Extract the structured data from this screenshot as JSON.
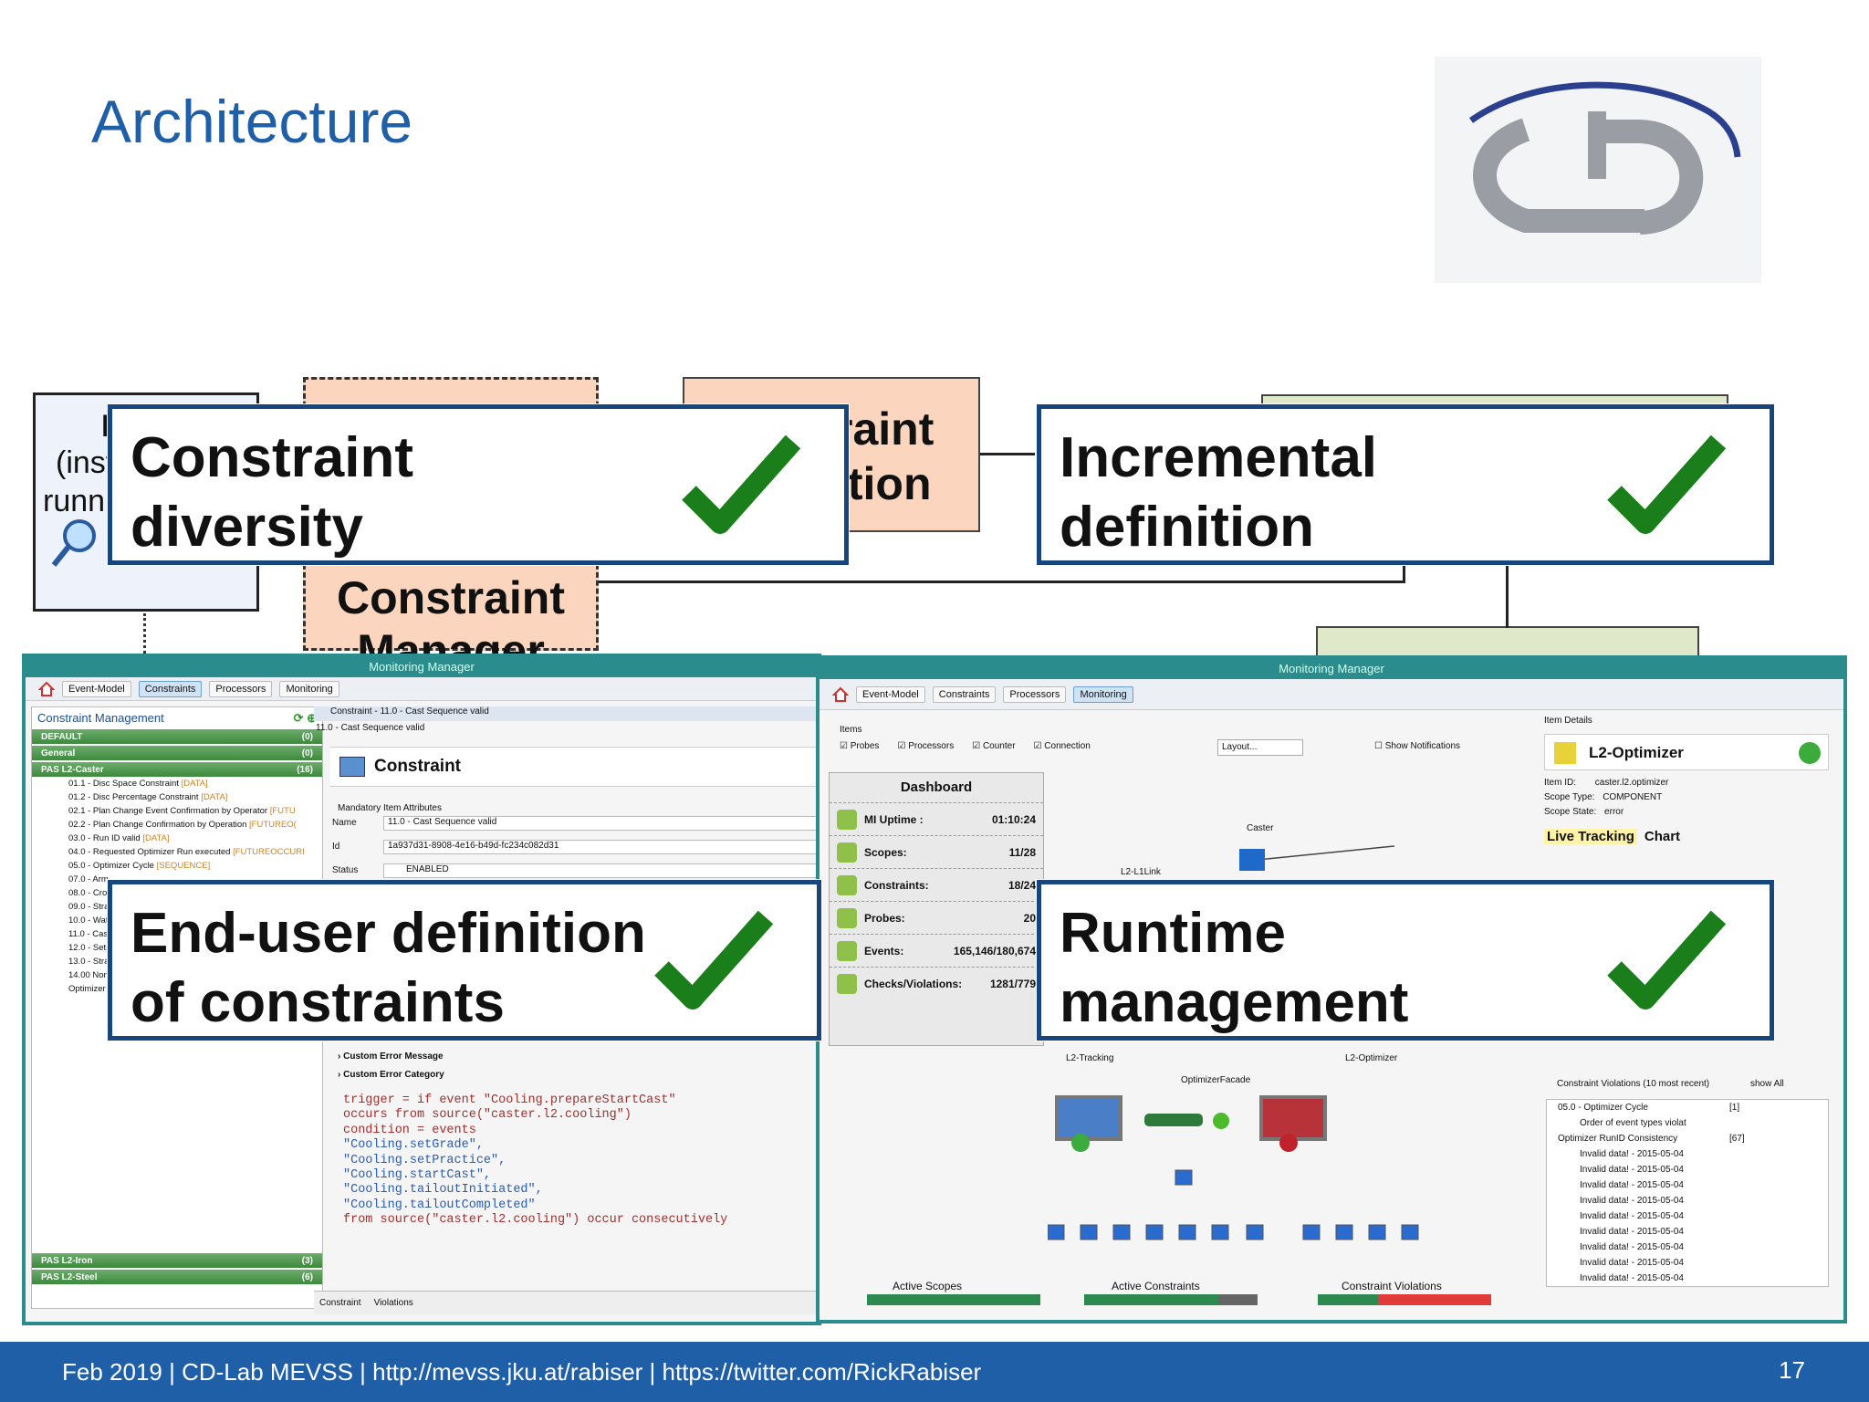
{
  "slide": {
    "title": "Architecture",
    "footer_text": "Feb 2019 |  CD-Lab MEVSS | http://mevss.jku.at/rabiser | https://twitter.com/RickRabiser",
    "page_number": "17"
  },
  "arch": {
    "probe_lines": [
      "P",
      "(inst",
      "runni"
    ],
    "constraint_manager_label": "Constraint Manager",
    "constraint_definition_partial": "raint\nition"
  },
  "callouts": {
    "diversity": "Constraint\ndiversity",
    "incremental": "Incremental\ndefinition",
    "enduser": "End-user definition\nof constraints",
    "runtime": "Runtime\nmanagement"
  },
  "left_window": {
    "title": "Monitoring Manager",
    "toolbar": [
      "Event-Model",
      "Constraints",
      "Processors",
      "Monitoring"
    ],
    "panel_title": "Constraint Management",
    "groups": [
      {
        "name": "DEFAULT",
        "count": "(0)"
      },
      {
        "name": "General",
        "count": "(0)"
      },
      {
        "name": "PAS L2-Caster",
        "count": "(16)"
      }
    ],
    "items": [
      {
        "text": "01.1 - Disc Space Constraint",
        "tag": "[DATA]"
      },
      {
        "text": "01.2 - Disc Percentage Constraint",
        "tag": "[DATA]"
      },
      {
        "text": "02.1 - Plan Change Event Confirmation by Operator",
        "tag": "[FUTU"
      },
      {
        "text": "02.2 - Plan Change Confirmation by Operation",
        "tag": "[FUTUREO("
      },
      {
        "text": "03.0 - Run ID valid",
        "tag": "[DATA]"
      },
      {
        "text": "04.0 - Requested Optimizer Run executed",
        "tag": "[FUTUREOCCURI"
      },
      {
        "text": "05.0 - Optimizer Cycle",
        "tag": "[SEQUENCE]"
      },
      {
        "text": "07.0 - Arm",
        "tag": ""
      },
      {
        "text": "08.0 - Cros",
        "tag": ""
      },
      {
        "text": "09.0 - Strar",
        "tag": ""
      },
      {
        "text": "10.0 - Wat",
        "tag": ""
      },
      {
        "text": "11.0 - Cast",
        "tag": ""
      },
      {
        "text": "12.0 - Setp",
        "tag": ""
      },
      {
        "text": "13.0 - Strai",
        "tag": ""
      },
      {
        "text": "14.00 Nom",
        "tag": ""
      },
      {
        "text": "Optimizer",
        "tag": ""
      }
    ],
    "bottom_groups": [
      {
        "name": "PAS L2-Iron",
        "count": "(3)"
      },
      {
        "name": "PAS L2-Steel",
        "count": "(6)"
      }
    ],
    "tab_title": "Constraint - 11.0 - Cast Sequence valid",
    "breadcrumb": "11.0 - Cast Sequence valid",
    "heading": "Constraint",
    "section_mandatory": "Mandatory Item Attributes",
    "name_label": "Name",
    "name_value": "11.0 - Cast Sequence valid",
    "id_label": "Id",
    "id_value": "1a937d31-8908-4e16-b49d-fc234c082d31",
    "status_label": "Status",
    "status_value": "ENABLED",
    "optional_items": [
      "Custom Error Message",
      "Custom Error Category"
    ],
    "code_lines": [
      "trigger = if event \"Cooling.prepareStartCast\"",
      "occurs from source(\"caster.l2.cooling\")",
      "condition = events",
      "\"Cooling.setGrade\",",
      "\"Cooling.setPractice\",",
      "\"Cooling.startCast\",",
      "\"Cooling.tailoutInitiated\",",
      "\"Cooling.tailoutCompleted\"",
      "from source(\"caster.l2.cooling\") occur consecutively"
    ],
    "bottom_tabs": [
      "Constraint",
      "Violations"
    ]
  },
  "right_window": {
    "title": "Monitoring Manager",
    "toolbar": [
      "Event-Model",
      "Constraints",
      "Processors",
      "Monitoring"
    ],
    "items_label": "Items",
    "filters": [
      "Probes",
      "Processors",
      "Counter",
      "Connection"
    ],
    "layout_label": "Layout...",
    "show_notifications": "Show Notifications",
    "dashboard_title": "Dashboard",
    "dashboard_rows": [
      {
        "label": "MI Uptime :",
        "value": "01:10:24"
      },
      {
        "label": "Scopes:",
        "value": "11/28"
      },
      {
        "label": "Constraints:",
        "value": "18/24"
      },
      {
        "label": "Probes:",
        "value": "20"
      },
      {
        "label": "Events:",
        "value": "165,146/180,674"
      },
      {
        "label": "Checks/Violations:",
        "value": "1281/779"
      }
    ],
    "graph_labels": {
      "caster": "Caster",
      "l2l1link": "L2-L1Link",
      "l2tracking": "L2-Tracking",
      "facade": "OptimizerFacade",
      "l2optimizer": "L2-Optimizer"
    },
    "item_details_label": "Item Details",
    "item_name": "L2-Optimizer",
    "item_id_label": "Item ID:",
    "item_id_value": "caster.l2.optimizer",
    "scope_type_label": "Scope Type:",
    "scope_type_value": "COMPONENT",
    "scope_state_label": "Scope State:",
    "scope_state_value": "error",
    "tabs": [
      "Live Tracking",
      "Chart"
    ],
    "violations_title": "Constraint Violations (10 most recent)",
    "show_all": "show All",
    "violation_rows": [
      "05.0 - Optimizer Cycle",
      "Order of event types violat",
      "Optimizer RunID Consistency",
      "Invalid data! - 2015-05-04",
      "Invalid data! - 2015-05-04",
      "Invalid data! - 2015-05-04",
      "Invalid data! - 2015-05-04",
      "Invalid data! - 2015-05-04",
      "Invalid data! - 2015-05-04",
      "Invalid data! - 2015-05-04",
      "Invalid data! - 2015-05-04",
      "Invalid data! - 2015-05-04"
    ],
    "violation_counts": [
      "[1]",
      "[67]"
    ],
    "status_bars": [
      "Active Scopes",
      "Active Constraints",
      "Constraint Violations"
    ],
    "colors": {
      "active_scopes": "#2d8a4e",
      "active_constraints": "#2d8a4e",
      "violations": "#e03a3a"
    }
  },
  "colors": {
    "title_blue": "#1f5fa8",
    "callout_border": "#17467e",
    "check_green": "#1a7f1a",
    "peach": "#fbd5bd"
  }
}
